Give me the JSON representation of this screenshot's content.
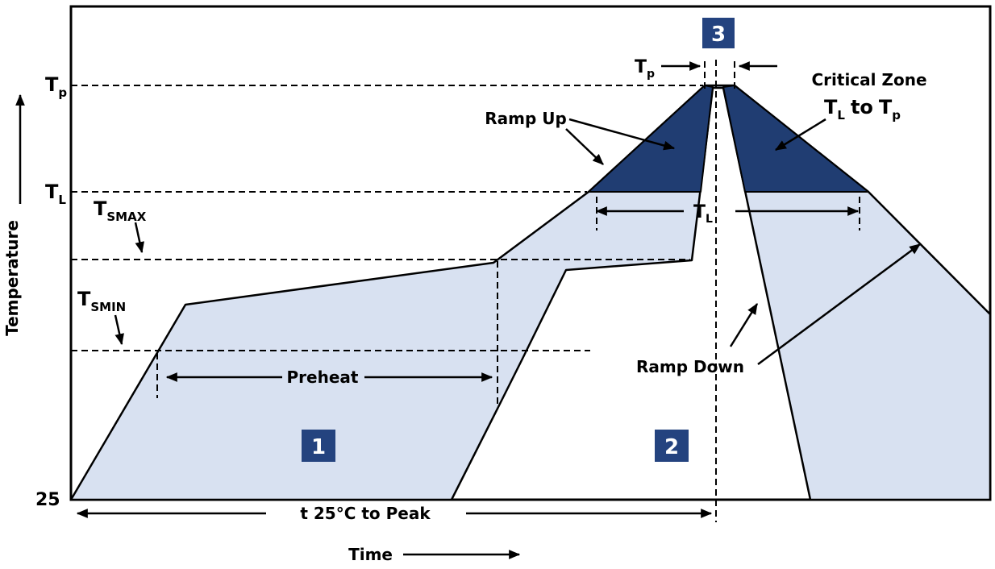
{
  "colors": {
    "band": "#d8e1f1",
    "critical_zone": "#203d72",
    "zone_badge": "#24437f",
    "ink": "#000000",
    "background": "#ffffff"
  },
  "axes": {
    "y_label": "Temperature",
    "x_label": "Time",
    "origin_tick": "25"
  },
  "y_ticks": {
    "tp": {
      "base": "T",
      "sub": "p"
    },
    "tl": {
      "base": "T",
      "sub": "L"
    },
    "tsmax": {
      "base": "T",
      "sub": "SMAX"
    },
    "tsmin": {
      "base": "T",
      "sub": "SMIN"
    }
  },
  "annotations": {
    "ramp_up": "Ramp Up",
    "critical_zone_title": "Critical Zone",
    "critical_zone_range": {
      "base1": "T",
      "sub1": "L",
      "joiner": "to",
      "base2": "T",
      "sub2": "p"
    },
    "ramp_down": "Ramp Down",
    "preheat": "Preheat",
    "peak_time": {
      "base": "T",
      "sub": "p"
    },
    "liquidus_time": {
      "base": "T",
      "sub": "L"
    },
    "time_to_peak": "t 25°C to Peak"
  },
  "zones": {
    "zone1": "1",
    "zone2": "2",
    "zone3": "3"
  }
}
